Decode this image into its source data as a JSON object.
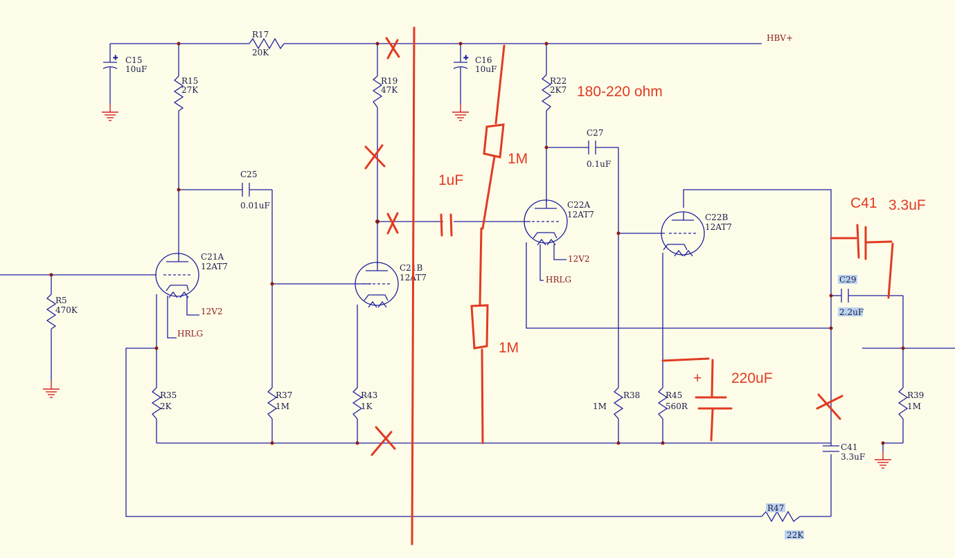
{
  "colors": {
    "background": "#fdfce8",
    "wire": "#1f1fa0",
    "markup": "#e13a22",
    "ground": "#d42020",
    "label": "#1b1b4a"
  },
  "components": {
    "c15": {
      "ref": "C15",
      "value": "10uF"
    },
    "r17": {
      "ref": "R17",
      "value": "20K"
    },
    "r15": {
      "ref": "R15",
      "value": "27K"
    },
    "r19": {
      "ref": "R19",
      "value": "47K"
    },
    "c16": {
      "ref": "C16",
      "value": "10uF"
    },
    "r22": {
      "ref": "R22",
      "value": "2K7"
    },
    "c27": {
      "ref": "C27",
      "value": "0.1uF"
    },
    "c25": {
      "ref": "C25",
      "value": "0.01uF"
    },
    "c21a": {
      "ref": "C21A",
      "value": "12AT7"
    },
    "c21b": {
      "ref": "C21B",
      "value": "12AT7"
    },
    "c22a": {
      "ref": "C22A",
      "value": "12AT7"
    },
    "c22b": {
      "ref": "C22B",
      "value": "12AT7"
    },
    "r5": {
      "ref": "R5",
      "value": "470K"
    },
    "r35": {
      "ref": "R35",
      "value": "2K"
    },
    "r37": {
      "ref": "R37",
      "value": "1M"
    },
    "r43": {
      "ref": "R43",
      "value": "1K"
    },
    "r38": {
      "ref": "R38",
      "value": "1M"
    },
    "r45": {
      "ref": "R45",
      "value": "560R"
    },
    "r39": {
      "ref": "R39",
      "value": "1M"
    },
    "c29": {
      "ref": "C29",
      "value": "2.2uF"
    },
    "c41": {
      "ref": "C41",
      "value": "3.3uF"
    },
    "r47": {
      "ref": "R47",
      "value": "22K"
    }
  },
  "nets": {
    "hbv": "HBV+",
    "v12_1": "12V2",
    "hrlg_1": "HRLG",
    "v12_2": "12V2",
    "hrlg_2": "HRLG"
  },
  "annotations": {
    "r22_new": "180-220 ohm",
    "res_1m_top": "1M",
    "cap_1uf": "1uF",
    "res_1m_bottom": "1M",
    "cap_220uf": "220uF",
    "plus_sign": "+",
    "c41_ref": "C41",
    "c41_value": "3.3uF"
  }
}
